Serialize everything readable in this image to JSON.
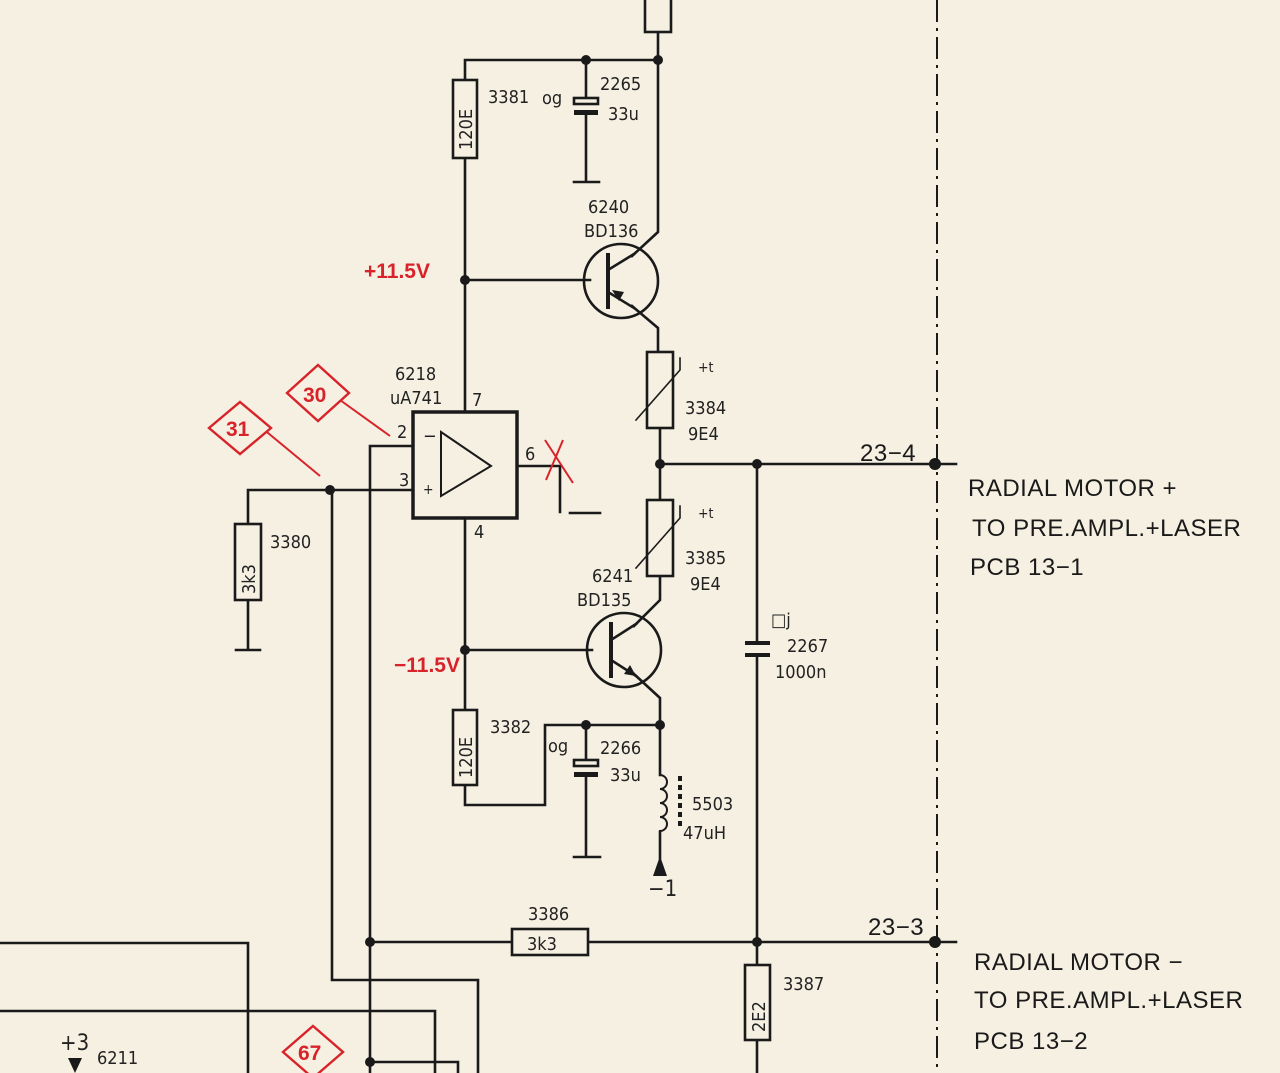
{
  "opamp": {
    "ref": "6218",
    "type": "uA741",
    "pin2": "2",
    "pin3": "3",
    "pin4": "4",
    "pin6": "6",
    "pin7": "7",
    "minus": "−",
    "plus": "+"
  },
  "supplies": {
    "pos": "+11.5V",
    "neg": "−11.5V",
    "minus1": "−1",
    "plus3": "+3"
  },
  "transistors": [
    {
      "ref": "6240",
      "type": "BD136"
    },
    {
      "ref": "6241",
      "type": "BD135"
    }
  ],
  "resistors": {
    "r3381": {
      "ref": "3381",
      "value": "120E"
    },
    "r3382": {
      "ref": "3382",
      "value": "120E"
    },
    "r3380": {
      "ref": "3380",
      "value": "3k3"
    },
    "r3386": {
      "ref": "3386",
      "value": "3k3"
    },
    "r3387": {
      "ref": "3387",
      "value": "2E2"
    },
    "r3384": {
      "ref": "3384",
      "value": "9E4",
      "temp": "+t"
    },
    "r3385": {
      "ref": "3385",
      "value": "9E4",
      "temp": "+t"
    }
  },
  "capacitors": {
    "c2265": {
      "ref": "2265",
      "value": "33u",
      "mark": "og"
    },
    "c2266": {
      "ref": "2266",
      "value": "33u",
      "mark": "og"
    },
    "c2267": {
      "ref": "2267",
      "value": "1000n",
      "mark": "□j"
    }
  },
  "inductor": {
    "ref": "5503",
    "value": "47uH"
  },
  "ic6211": {
    "ref": "6211"
  },
  "markers": [
    "31",
    "30",
    "67"
  ],
  "connectors": [
    {
      "pin": "23−4",
      "lines": [
        "RADIAL MOTOR +",
        "TO PRE.AMPL.+LASER",
        "PCB 13−1"
      ]
    },
    {
      "pin": "23−3",
      "lines": [
        "RADIAL MOTOR −",
        "TO PRE.AMPL.+LASER",
        "PCB 13−2"
      ]
    }
  ],
  "colors": {
    "wire": "#1a1a1a",
    "annotation": "#d8232a",
    "paper": "#f6f0e2"
  }
}
